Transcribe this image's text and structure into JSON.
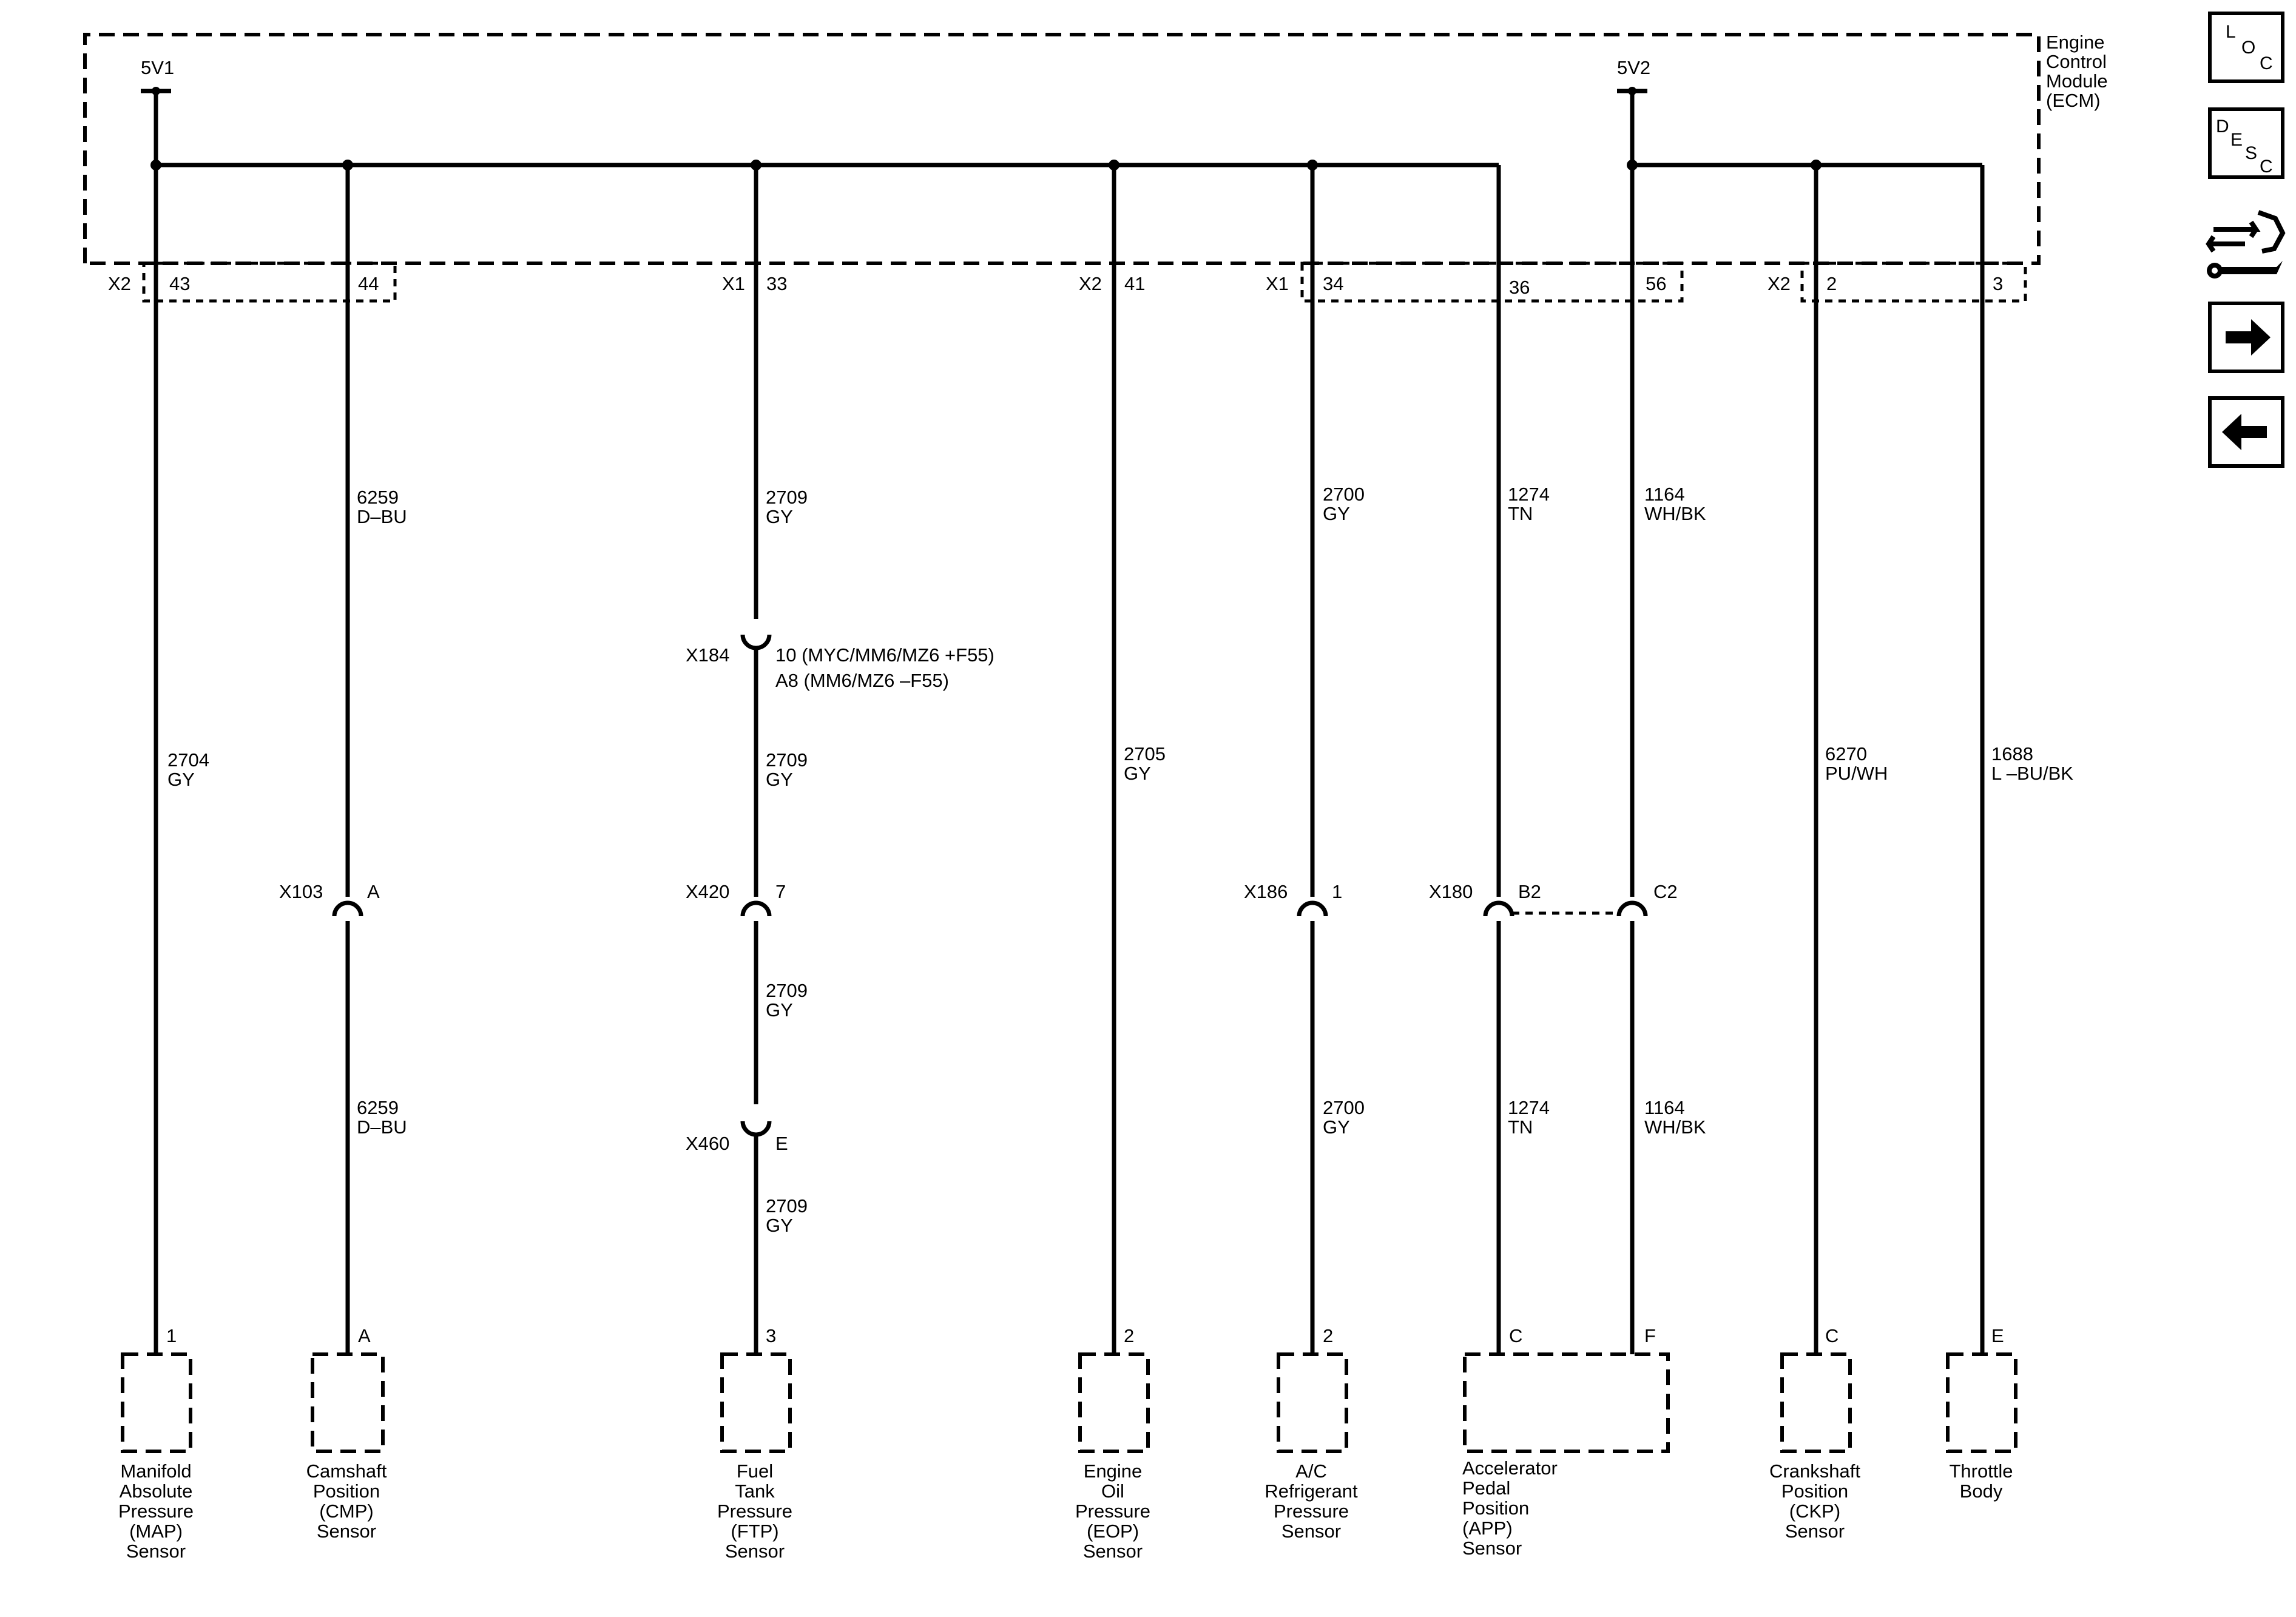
{
  "ecm": {
    "name_lines": [
      "Engine",
      "Control",
      "Module",
      "(ECM)"
    ]
  },
  "refs": {
    "ref1": "5V1",
    "ref2": "5V2"
  },
  "connectors": {
    "x1": "X1",
    "x2": "X2"
  },
  "pins": {
    "p43": "43",
    "p44": "44",
    "p33": "33",
    "p41": "41",
    "p34": "34",
    "p36": "36",
    "p56": "56",
    "p2": "2",
    "p3": "3"
  },
  "wires": {
    "w2704": [
      "2704",
      "GY"
    ],
    "w6259_top": [
      "6259",
      "D–BU"
    ],
    "w6259_bot": [
      "6259",
      "D–BU"
    ],
    "w2709_a": [
      "2709",
      "GY"
    ],
    "w2709_b": [
      "2709",
      "GY"
    ],
    "w2709_c": [
      "2709",
      "GY"
    ],
    "w2709_d": [
      "2709",
      "GY"
    ],
    "w2705": [
      "2705",
      "GY"
    ],
    "w2700_top": [
      "2700",
      "GY"
    ],
    "w2700_bot": [
      "2700",
      "GY"
    ],
    "w1274_top": [
      "1274",
      "TN"
    ],
    "w1274_bot": [
      "1274",
      "TN"
    ],
    "w1164_top": [
      "1164",
      "WH/BK"
    ],
    "w1164_bot": [
      "1164",
      "WH/BK"
    ],
    "w6270": [
      "6270",
      "PU/WH"
    ],
    "w1688": [
      "1688",
      "L –BU/BK"
    ]
  },
  "inline": {
    "x103": {
      "name": "X103",
      "pin": "A"
    },
    "x184": {
      "name": "X184",
      "pin_lines": [
        "10 (MYC/MM6/MZ6 +F55)",
        "A8 (MM6/MZ6 –F55)"
      ]
    },
    "x420": {
      "name": "X420",
      "pin": "7"
    },
    "x460": {
      "name": "X460",
      "pin": "E"
    },
    "x186": {
      "name": "X186",
      "pin": "1"
    },
    "x180": {
      "name": "X180",
      "pin_a": "B2",
      "pin_b": "C2"
    }
  },
  "components": {
    "map": {
      "pin": "1",
      "lines": [
        "Manifold",
        "Absolute",
        "Pressure",
        "(MAP)",
        "Sensor"
      ]
    },
    "cmp": {
      "pin": "A",
      "lines": [
        "Camshaft",
        "Position",
        "(CMP)",
        "Sensor"
      ]
    },
    "ftp": {
      "pin": "3",
      "lines": [
        "Fuel",
        "Tank",
        "Pressure",
        "(FTP)",
        "Sensor"
      ]
    },
    "eop": {
      "pin": "2",
      "lines": [
        "Engine",
        "Oil",
        "Pressure",
        "(EOP)",
        "Sensor"
      ]
    },
    "acr": {
      "pin": "2",
      "lines": [
        "A/C",
        "Refrigerant",
        "Pressure",
        "Sensor"
      ]
    },
    "app": {
      "pin_a": "C",
      "pin_b": "F",
      "lines": [
        "Accelerator",
        "Pedal",
        "Position",
        "(APP)",
        "Sensor"
      ]
    },
    "ckp": {
      "pin": "C",
      "lines": [
        "Crankshaft",
        "Position",
        "(CKP)",
        "Sensor"
      ]
    },
    "tb": {
      "pin": "E",
      "lines": [
        "Throttle",
        "Body"
      ]
    }
  },
  "nav": {
    "loc": [
      "L",
      "O",
      "C"
    ],
    "desc": [
      "D",
      "E",
      "S",
      "C"
    ],
    "connector_icon": "connector-wrench-icon",
    "next_icon": "arrow-right-icon",
    "prev_icon": "arrow-left-icon"
  }
}
